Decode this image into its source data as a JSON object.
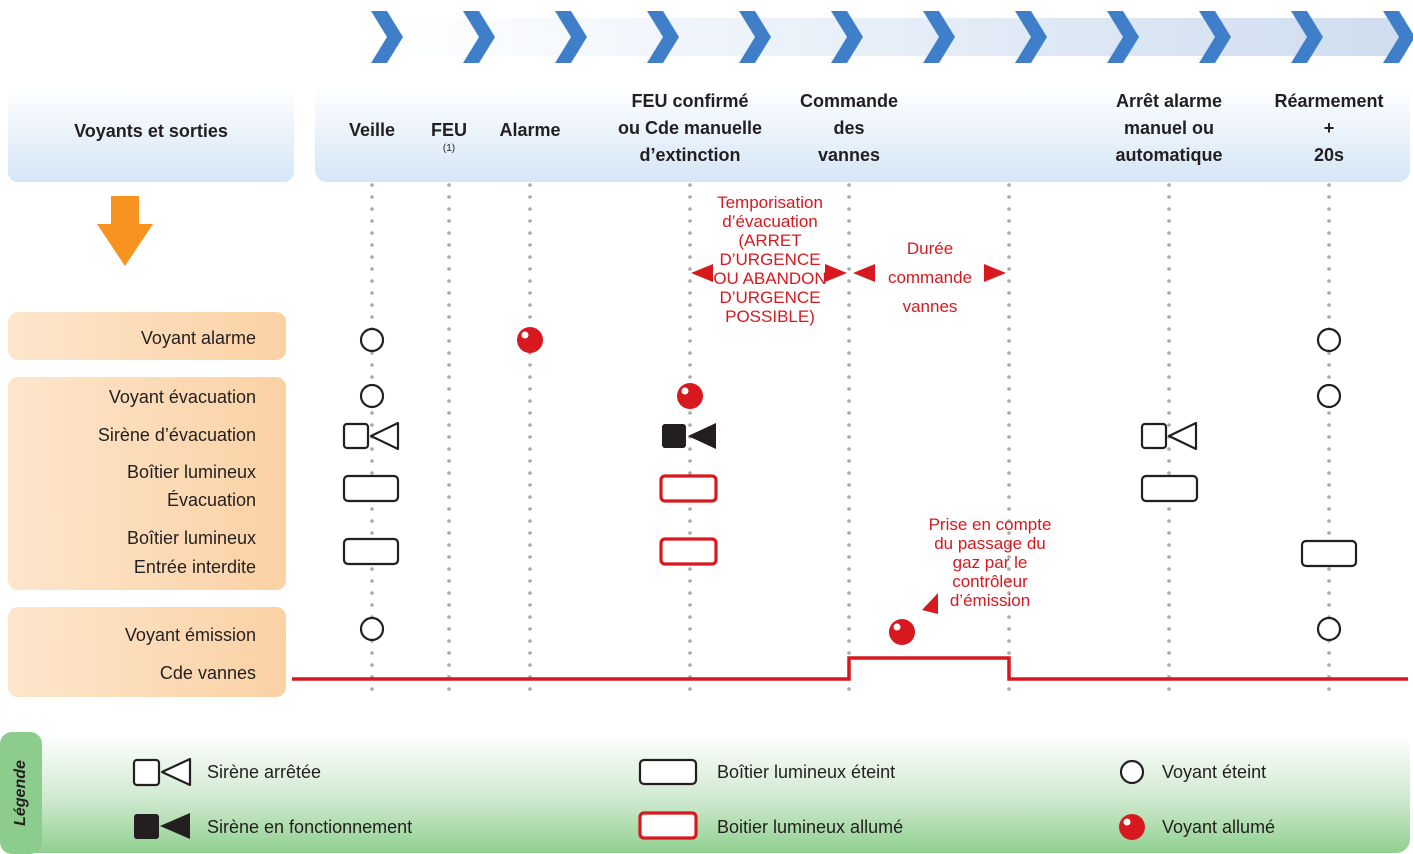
{
  "colors": {
    "accent_red": "#d7191f",
    "header_blue": "#d5e6f7",
    "band_orange": "#fbd1a4",
    "legend_green": "#8fd08f",
    "chevron_blue": "#3f7fc9",
    "arrow_orange": "#f7931e"
  },
  "header": {
    "row_title": "Voyants et sorties",
    "columns": [
      {
        "lines": [
          "Veille"
        ],
        "note": ""
      },
      {
        "lines": [
          "FEU"
        ],
        "note": "(1)"
      },
      {
        "lines": [
          "Alarme"
        ],
        "note": ""
      },
      {
        "lines": [
          "FEU confirmé",
          "ou Cde manuelle",
          "d’extinction"
        ],
        "note": ""
      },
      {
        "lines": [
          "Commande",
          "des",
          "vannes"
        ],
        "note": ""
      },
      {
        "lines": [
          "Arrêt alarme",
          "manuel ou",
          "automatique"
        ],
        "note": ""
      },
      {
        "lines": [
          "Réarmement",
          "+",
          "20s"
        ],
        "note": ""
      }
    ]
  },
  "rows": {
    "voyant_alarme": "Voyant alarme",
    "voyant_evacuation": "Voyant évacuation",
    "sirene_evacuation": "Sirène d’évacuation",
    "boitier_evacuation": [
      "Boîtier lumineux",
      "Évacuation"
    ],
    "boitier_entree": [
      "Boîtier lumineux",
      "Entrée interdite"
    ],
    "voyant_emission": "Voyant émission",
    "cde_vannes": "Cde vannes"
  },
  "annotations": {
    "temporisation": [
      "Temporisation",
      "d’évacuation",
      "(ARRET",
      "D’URGENCE",
      "OU ABANDON",
      "D’URGENCE",
      "POSSIBLE)"
    ],
    "duree": [
      "Durée",
      "commande",
      "vannes"
    ],
    "prise": [
      "Prise en compte",
      "du passage du",
      "gaz par le",
      "contrôleur",
      "d’émission"
    ]
  },
  "legend": {
    "title": "Légende",
    "items": {
      "sirene_arretee": "Sirène arrêtée",
      "sirene_fonctionnement": "Sirène en fonctionnement",
      "boitier_eteint": "Boîtier lumineux éteint",
      "boitier_allume": "Boitier lumineux allumé",
      "voyant_eteint": "Voyant éteint",
      "voyant_allume": "Voyant allumé"
    }
  }
}
